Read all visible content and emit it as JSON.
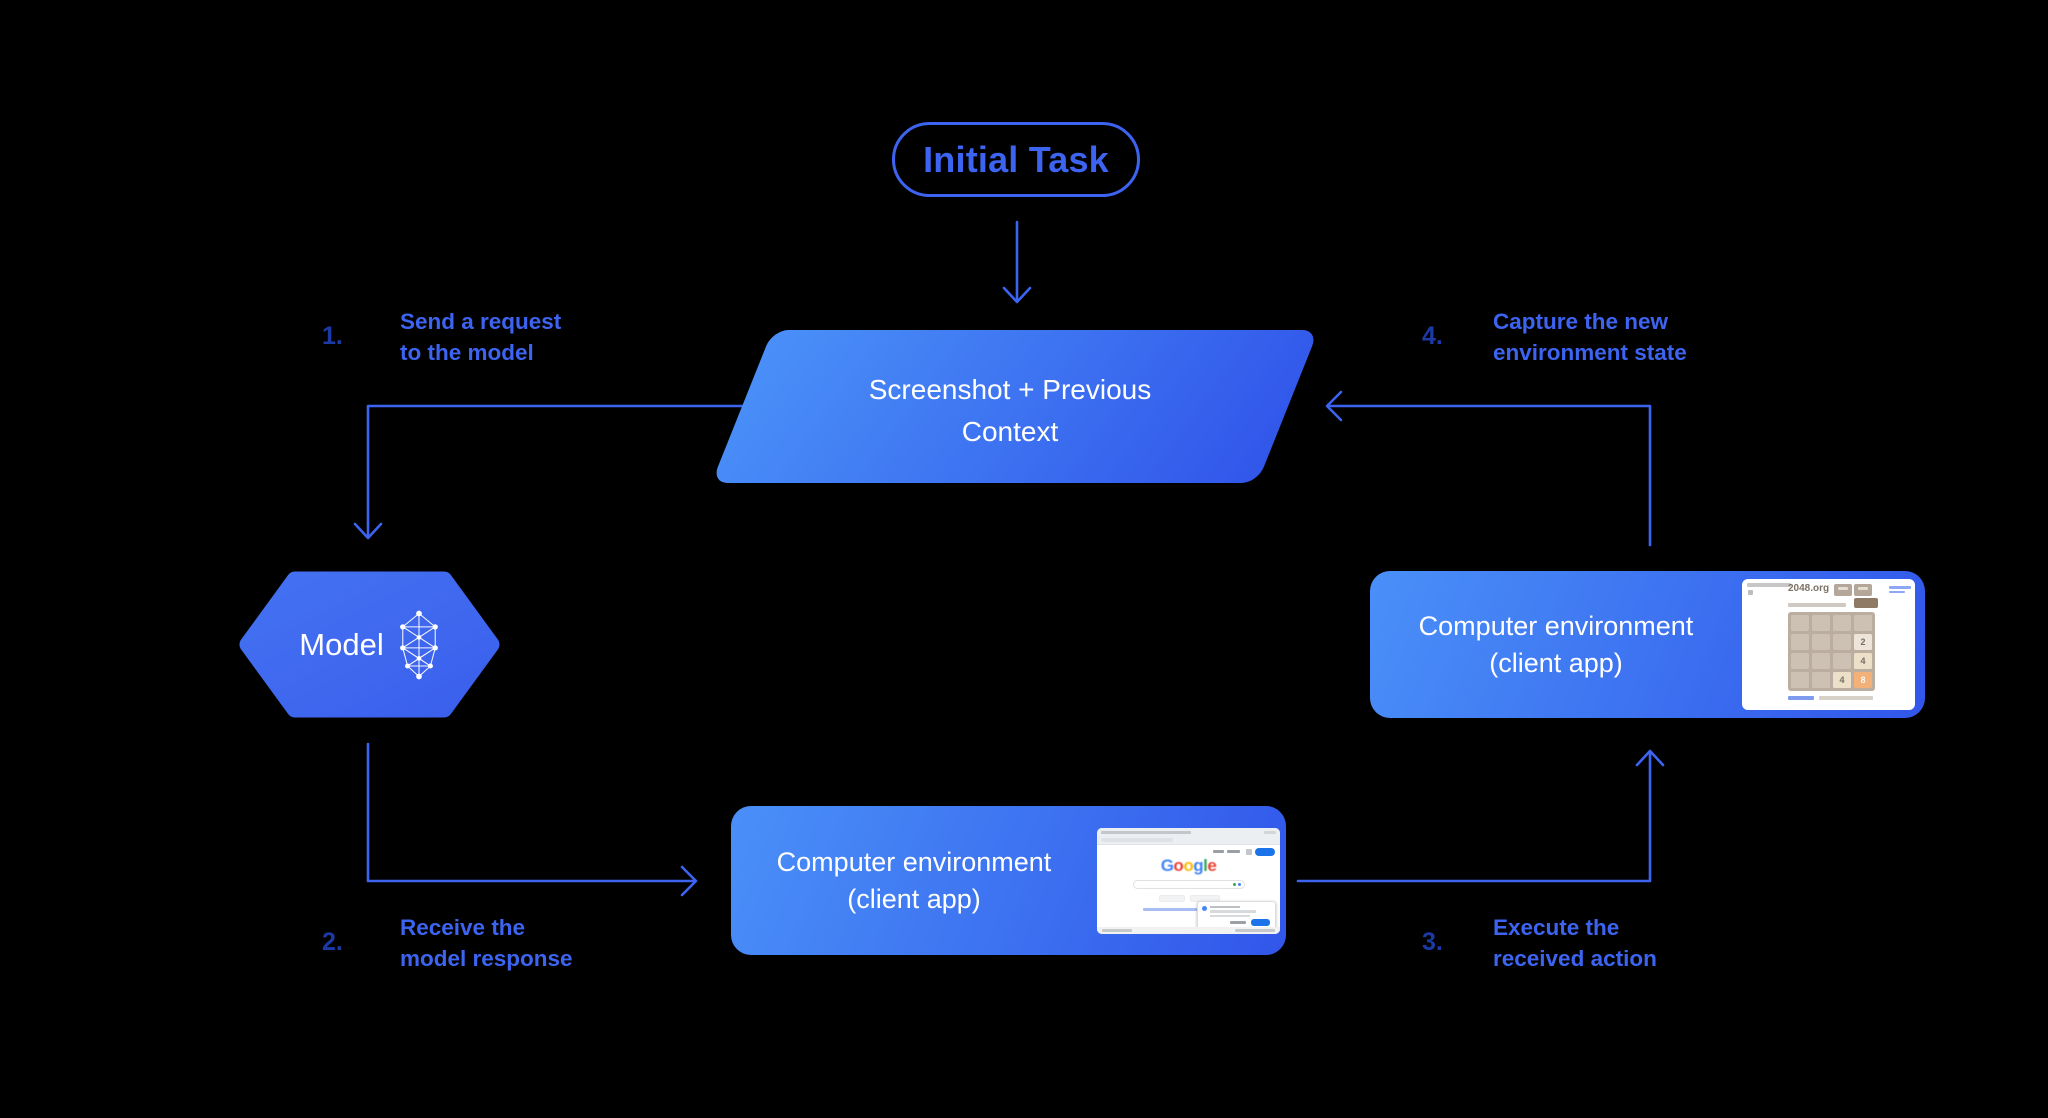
{
  "colors": {
    "background": "#000000",
    "accent": "#3D64F1",
    "step-number": "#1C3AA6",
    "grad-light": "#4A90F8",
    "grad-dark": "#3156EA",
    "node-text": "#FFFFFF"
  },
  "nodes": {
    "initial_task": {
      "label": "Initial Task"
    },
    "screenshot_context": {
      "line1": "Screenshot + Previous",
      "line2": "Context"
    },
    "model": {
      "label": "Model"
    },
    "env_client_right": {
      "line1": "Computer environment",
      "line2": "(client app)"
    },
    "env_client_bottom": {
      "line1": "Computer environment",
      "line2": "(client app)"
    }
  },
  "steps": [
    {
      "number": "1.",
      "line1": "Send a request",
      "line2": "to the model"
    },
    {
      "number": "2.",
      "line1": "Receive the",
      "line2": "model response"
    },
    {
      "number": "3.",
      "line1": "Execute the",
      "line2": "received action"
    },
    {
      "number": "4.",
      "line1": "Capture the new",
      "line2": "environment state"
    }
  ],
  "mini_2048": {
    "site_title": "2048.org",
    "tiles": [
      {
        "value": "2",
        "bg": "#eee4da",
        "fg": "#776e65"
      },
      {
        "value": "4",
        "bg": "#ede0c8",
        "fg": "#776e65"
      },
      {
        "value": "4",
        "bg": "#ede0c8",
        "fg": "#776e65"
      },
      {
        "value": "8",
        "bg": "#f2b179",
        "fg": "#f9f6f2"
      }
    ]
  },
  "mini_google": {
    "logo_letters": [
      {
        "ch": "G",
        "color": "#4285F4"
      },
      {
        "ch": "o",
        "color": "#EA4335"
      },
      {
        "ch": "o",
        "color": "#FBBC05"
      },
      {
        "ch": "g",
        "color": "#4285F4"
      },
      {
        "ch": "l",
        "color": "#34A853"
      },
      {
        "ch": "e",
        "color": "#EA4335"
      }
    ]
  }
}
